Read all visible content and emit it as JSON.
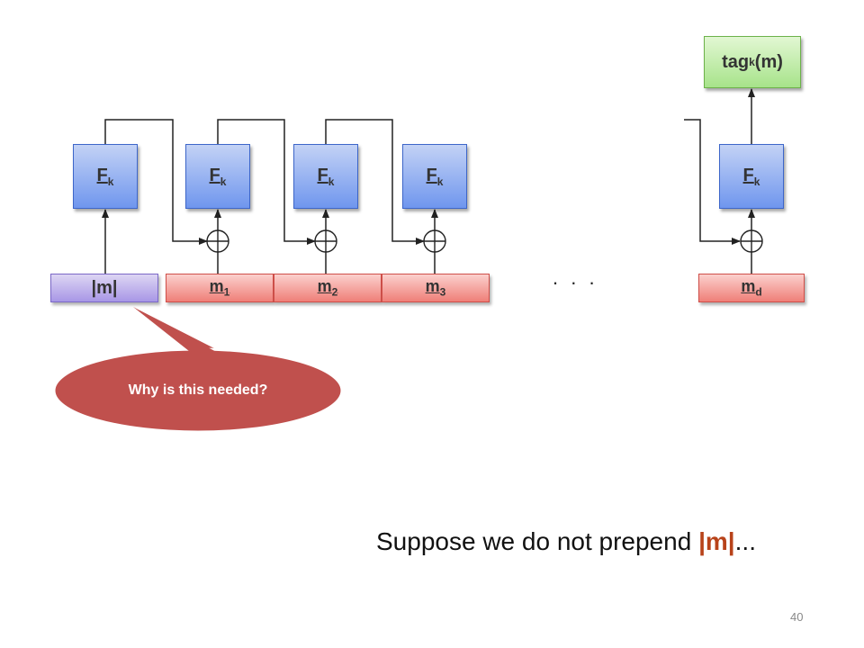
{
  "diagram": {
    "fk_label": "F",
    "fk_sub": "k",
    "length_block": "|m|",
    "message_blocks": [
      {
        "base": "m",
        "sub": "1"
      },
      {
        "base": "m",
        "sub": "2"
      },
      {
        "base": "m",
        "sub": "3"
      },
      {
        "base": "m",
        "sub": "d"
      }
    ],
    "ellipsis": ". . .",
    "tag": {
      "base": "tag",
      "sub": "k",
      "suffix": "(m)"
    }
  },
  "callout": {
    "text": "Why is this needed?",
    "color": "#c0504d"
  },
  "caption": {
    "prefix": "Suppose we do not prepend ",
    "highlight": "|m|",
    "suffix": "...",
    "highlight_color": "#b8431a"
  },
  "page_number": "40"
}
